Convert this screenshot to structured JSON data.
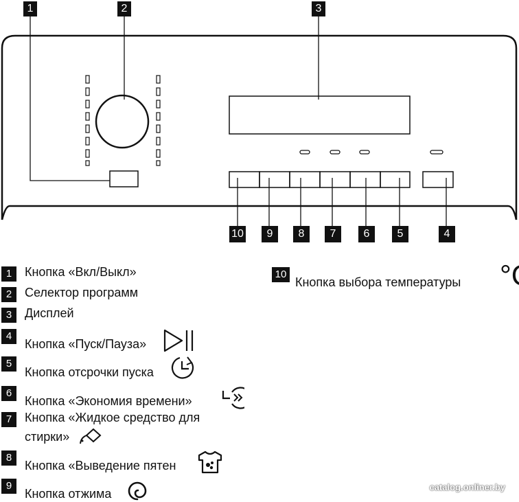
{
  "callouts": {
    "n1": "1",
    "n2": "2",
    "n3": "3",
    "n4": "4",
    "n5": "5",
    "n6": "6",
    "n7": "7",
    "n8": "8",
    "n9": "9",
    "n10": "10"
  },
  "legend": [
    {
      "num": "1",
      "text": "Кнопка «Вкл/Выкл»"
    },
    {
      "num": "2",
      "text": "Селектор программ"
    },
    {
      "num": "3",
      "text": "Дисплей"
    },
    {
      "num": "4",
      "text": "Кнопка «Пуск/Пауза»",
      "icon": "play-pause-icon"
    },
    {
      "num": "5",
      "text": "Кнопка отсрочки пуска",
      "icon": "delay-start-icon"
    },
    {
      "num": "6",
      "text": "Кнопка «Экономия времени»",
      "icon": "time-save-icon"
    },
    {
      "num": "7",
      "text_line1": "Кнопка «Жидкое средство для",
      "text_line2": "стирки»",
      "icon": "liquid-detergent-icon"
    },
    {
      "num": "8",
      "text": "Кнопка «Выведение пятен",
      "icon": "stain-removal-icon"
    },
    {
      "num": "9",
      "text": "Кнопка отжима",
      "icon": "spin-icon"
    },
    {
      "num": "10",
      "text": "Кнопка выбора температуры",
      "icon": "temperature-icon"
    }
  ],
  "temperature_symbol": "°C",
  "watermark": "catalog.onliner.by"
}
